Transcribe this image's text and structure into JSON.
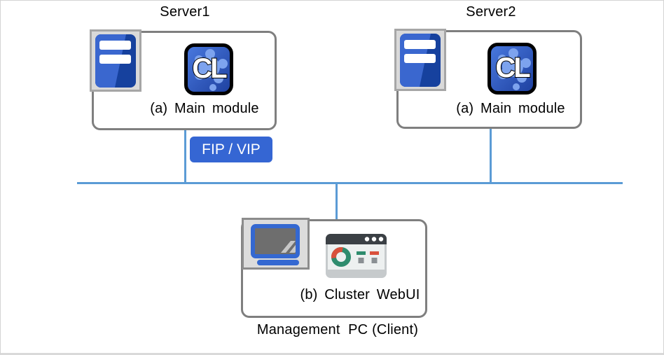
{
  "diagram": {
    "title_context": "Cluster configuration diagram",
    "nodes": {
      "server1": {
        "title": "Server1",
        "module_label": "(a) Main module"
      },
      "server2": {
        "title": "Server2",
        "module_label": "(a) Main module"
      },
      "management_pc": {
        "module_label": "(b) Cluster WebUI",
        "caption": "Management  PC (Client)"
      }
    },
    "network": {
      "fip_vip_label": "FIP / VIP"
    },
    "icons": [
      {
        "name": "server-tower-icon",
        "meaning": "server machine"
      },
      {
        "name": "cluster-app-icon",
        "meaning": "CL main module application"
      },
      {
        "name": "laptop-icon",
        "meaning": "management PC"
      },
      {
        "name": "webui-browser-icon",
        "meaning": "Cluster WebUI browser window"
      }
    ],
    "colors": {
      "network_line": "#5B9BD5",
      "box_border": "#7F7F7F",
      "badge_blue": "#3566D3",
      "server_blue_light": "#3A67CF",
      "server_blue_dark": "#16419E",
      "webui_teal": "#2F8C6E",
      "webui_red": "#D9503C",
      "icon_tray_gray": "#D9D9D9"
    }
  }
}
